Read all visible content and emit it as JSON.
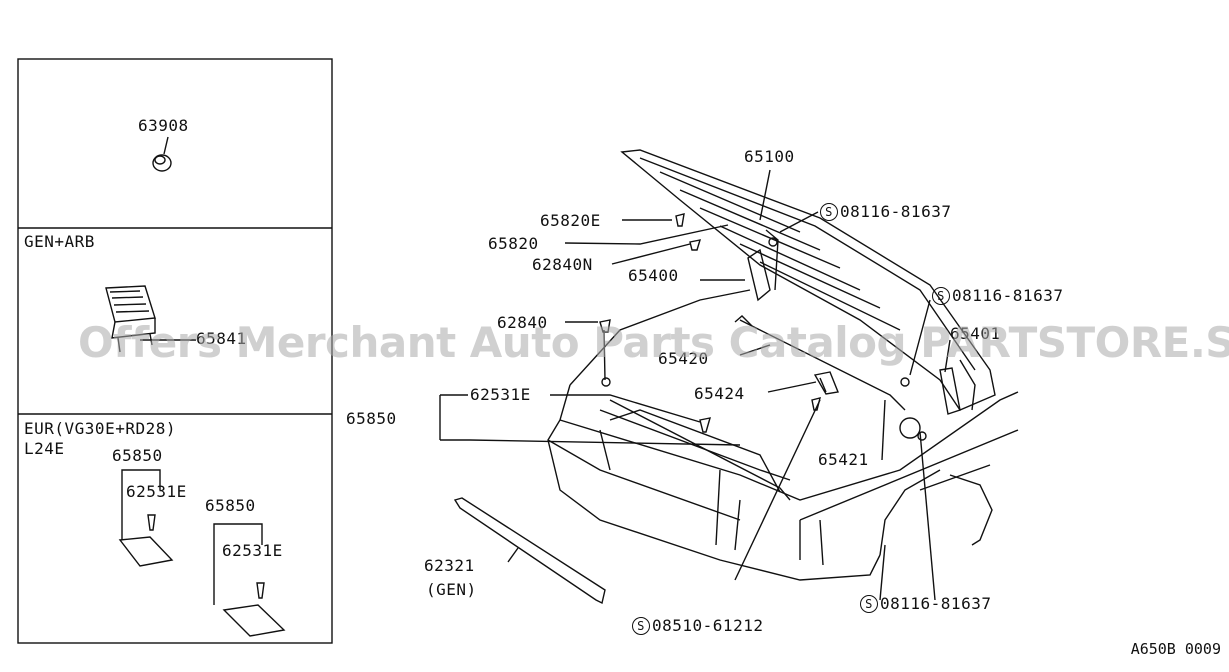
{
  "panels": {
    "top": {
      "part": "63908"
    },
    "middle": {
      "heading": "GEN+ARB",
      "part": "65841"
    },
    "bottom": {
      "heading": "EUR(VG30E+RD28)",
      "heading2": "L24E",
      "parts": [
        "65850",
        "62531E",
        "65850",
        "62531E"
      ]
    }
  },
  "callouts": {
    "hood": "65100",
    "bolt_hinge_upper": "08116-81637",
    "clip_65820e": "65820E",
    "seal_65820": "65820",
    "clip_62840n": "62840N",
    "hinge_left": "65400",
    "bolt_hinge_right": "08116-81637",
    "clip_62840": "62840",
    "hinge_right": "65401",
    "rod": "65420",
    "rod_clip": "65424",
    "lock_assy": "65850",
    "screw_62531e": "62531E",
    "bracket_65421": "65421",
    "strip": "62321",
    "strip_note": "(GEN)",
    "bolt_lock": "08510-61212",
    "bolt_lower": "08116-81637"
  },
  "screw_symbol": "S",
  "watermark": "Offers Merchant Auto Parts Catalog PARTSTORE.SA",
  "diagram_code": "A650B 0009"
}
